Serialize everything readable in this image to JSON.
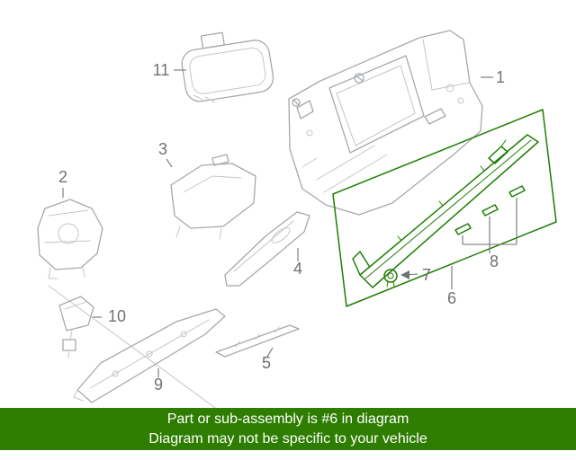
{
  "banner": {
    "line1": "Part or sub-assembly is #6 in diagram",
    "line2": "Diagram may not be specific to your vehicle"
  },
  "colors": {
    "banner-bg": "#2e7d00",
    "banner-text": "#ffffff",
    "highlight-green": "#1e7e04",
    "part-outline": "#a5a9ad",
    "part-outline2": "#c2c6c9",
    "callout-gray": "#6e7276"
  },
  "callouts": [
    {
      "num": "1"
    },
    {
      "num": "2"
    },
    {
      "num": "3"
    },
    {
      "num": "4"
    },
    {
      "num": "5"
    },
    {
      "num": "6"
    },
    {
      "num": "7"
    },
    {
      "num": "8"
    },
    {
      "num": "9"
    },
    {
      "num": "10"
    },
    {
      "num": "11"
    }
  ]
}
